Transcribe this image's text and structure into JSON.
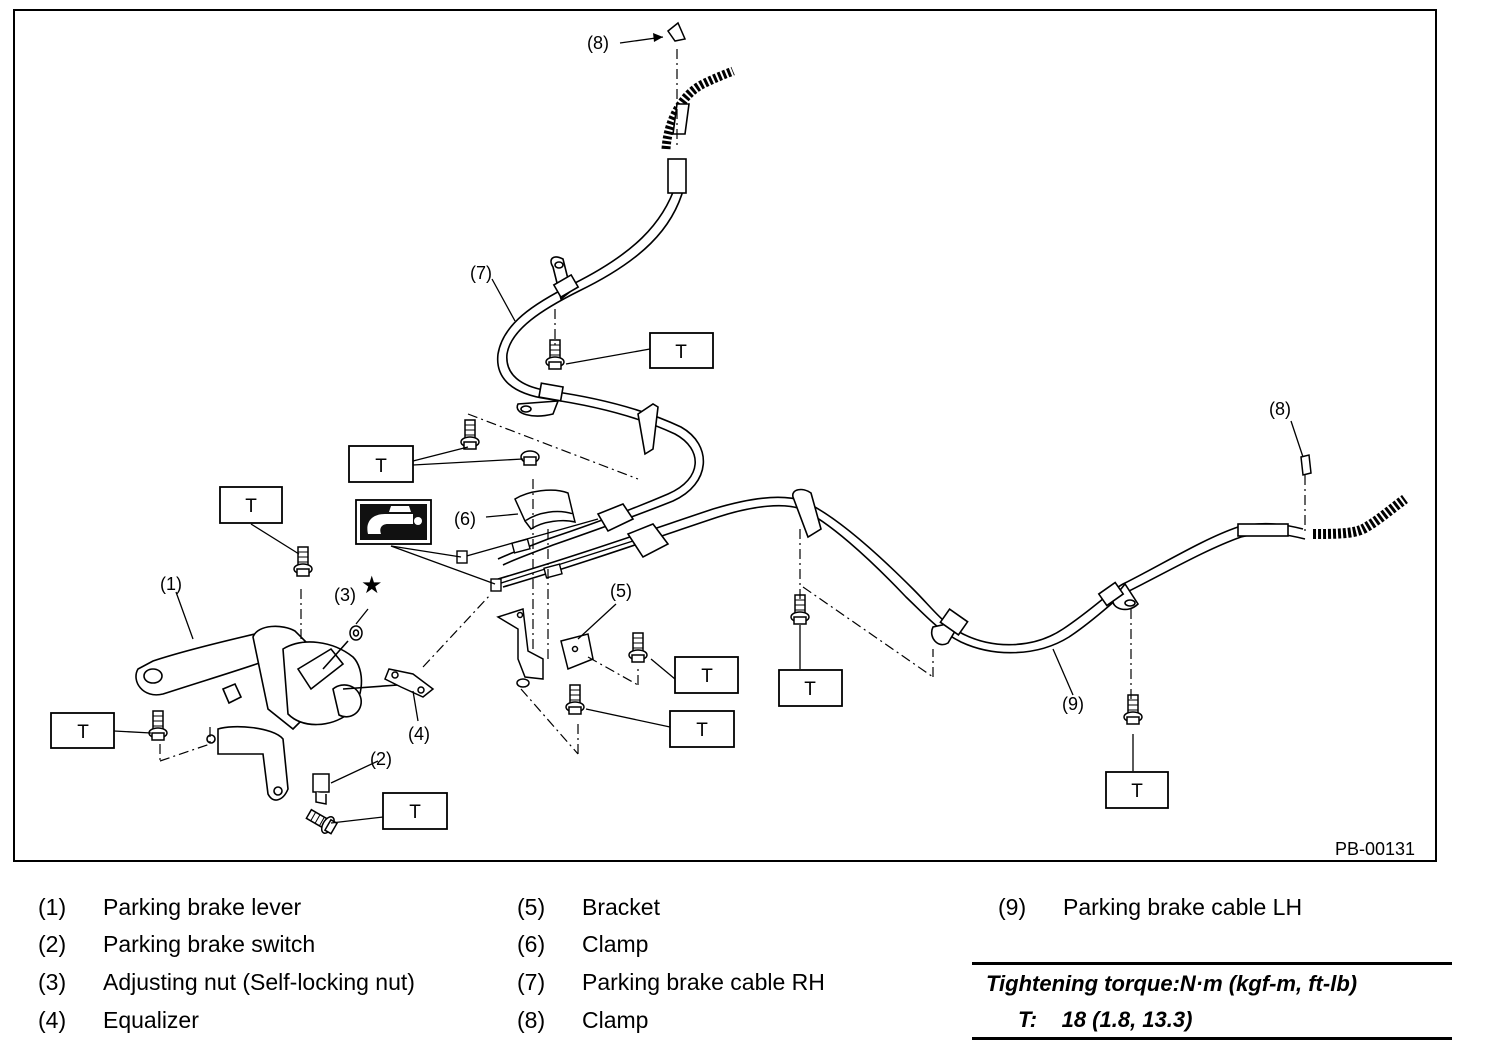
{
  "diagram": {
    "figure_id": "PB-00131",
    "callouts": {
      "c1": "(1)",
      "c2": "(2)",
      "c3": "(3)",
      "c4": "(4)",
      "c5": "(5)",
      "c6": "(6)",
      "c7": "(7)",
      "c8a": "(8)",
      "c8b": "(8)",
      "c9": "(9)"
    },
    "torque_marker": "T",
    "special_marker": "★"
  },
  "legend": [
    {
      "num": "(1)",
      "text": "Parking brake lever"
    },
    {
      "num": "(2)",
      "text": "Parking brake switch"
    },
    {
      "num": "(3)",
      "text": "Adjusting nut (Self-locking nut)"
    },
    {
      "num": "(4)",
      "text": "Equalizer"
    },
    {
      "num": "(5)",
      "text": "Bracket"
    },
    {
      "num": "(6)",
      "text": "Clamp"
    },
    {
      "num": "(7)",
      "text": "Parking brake cable RH"
    },
    {
      "num": "(8)",
      "text": "Clamp"
    },
    {
      "num": "(9)",
      "text": "Parking brake cable LH"
    }
  ],
  "torque": {
    "heading": "Tightening torque:N·m (kgf-m, ft-lb)",
    "marker": "T:",
    "value": "18 (1.8, 13.3)"
  }
}
